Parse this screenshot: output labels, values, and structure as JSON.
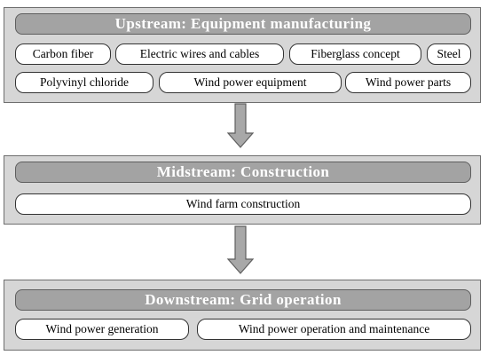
{
  "upstream": {
    "title": "Upstream: Equipment manufacturing",
    "items": [
      "Carbon fiber",
      "Electric wires and cables",
      "Fiberglass concept",
      "Steel",
      "Polyvinyl chloride",
      "Wind power equipment",
      "Wind power parts"
    ]
  },
  "midstream": {
    "title": "Midstream: Construction",
    "items": [
      "Wind farm construction"
    ]
  },
  "downstream": {
    "title": "Downstream: Grid operation",
    "items": [
      "Wind power generation",
      "Wind power operation and maintenance"
    ]
  },
  "colors": {
    "stage_fill": "#d6d6d6",
    "title_fill": "#a3a3a3",
    "arrow_fill": "#a8a8a8"
  }
}
